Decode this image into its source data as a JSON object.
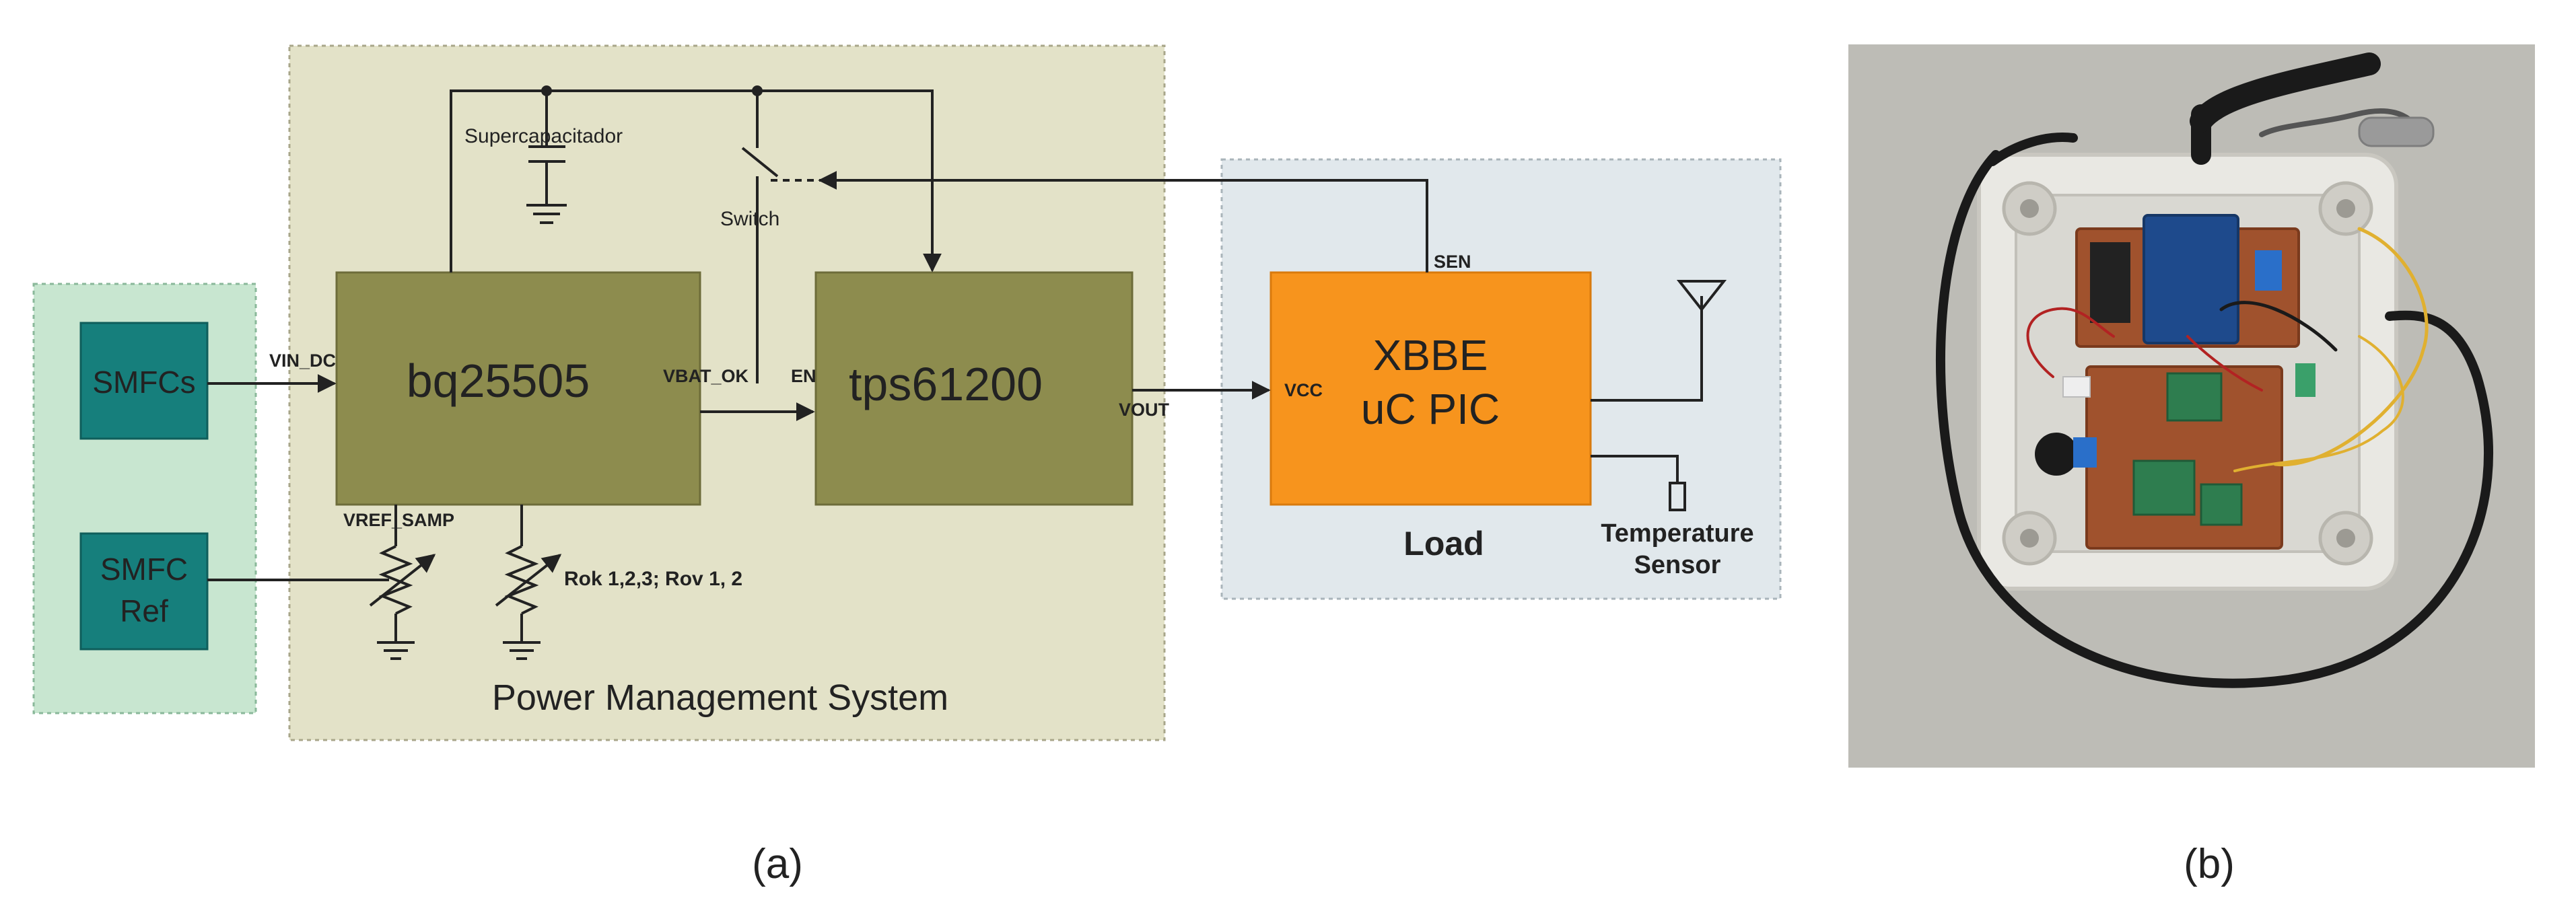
{
  "panel_a": {
    "label": "(a)",
    "sources": {
      "smfcs": "SMFCs",
      "smfc_ref_line1": "SMFC",
      "smfc_ref_line2": "Ref"
    },
    "pms": {
      "title": "Power Management System",
      "bq": "bq25505",
      "tps": "tps61200",
      "supercap": "Supercapacitador",
      "switch": "Switch"
    },
    "signals": {
      "vin_dc": "VIN_DC",
      "vbat_ok": "VBAT_OK",
      "en": "EN",
      "vout": "VOUT",
      "vcc": "VCC",
      "sen": "SEN",
      "vref_samp": "VREF_SAMP",
      "rok": "Rok 1,2,3; Rov 1, 2"
    },
    "load": {
      "title": "Load",
      "mcu_line1": "XBBE",
      "mcu_line2": "uC PIC",
      "sensor_line1": "Temperature",
      "sensor_line2": "Sensor"
    },
    "colors": {
      "pms_bg": "#e3e2c8",
      "source_bg": "#c8e6d0",
      "load_bg": "#e1e8ec",
      "block": "#8d8c4e",
      "smfc_block": "#167f7c",
      "mcu_block": "#f7941d"
    }
  },
  "panel_b": {
    "label": "(b)",
    "photo_icon": "enclosure-photo"
  }
}
